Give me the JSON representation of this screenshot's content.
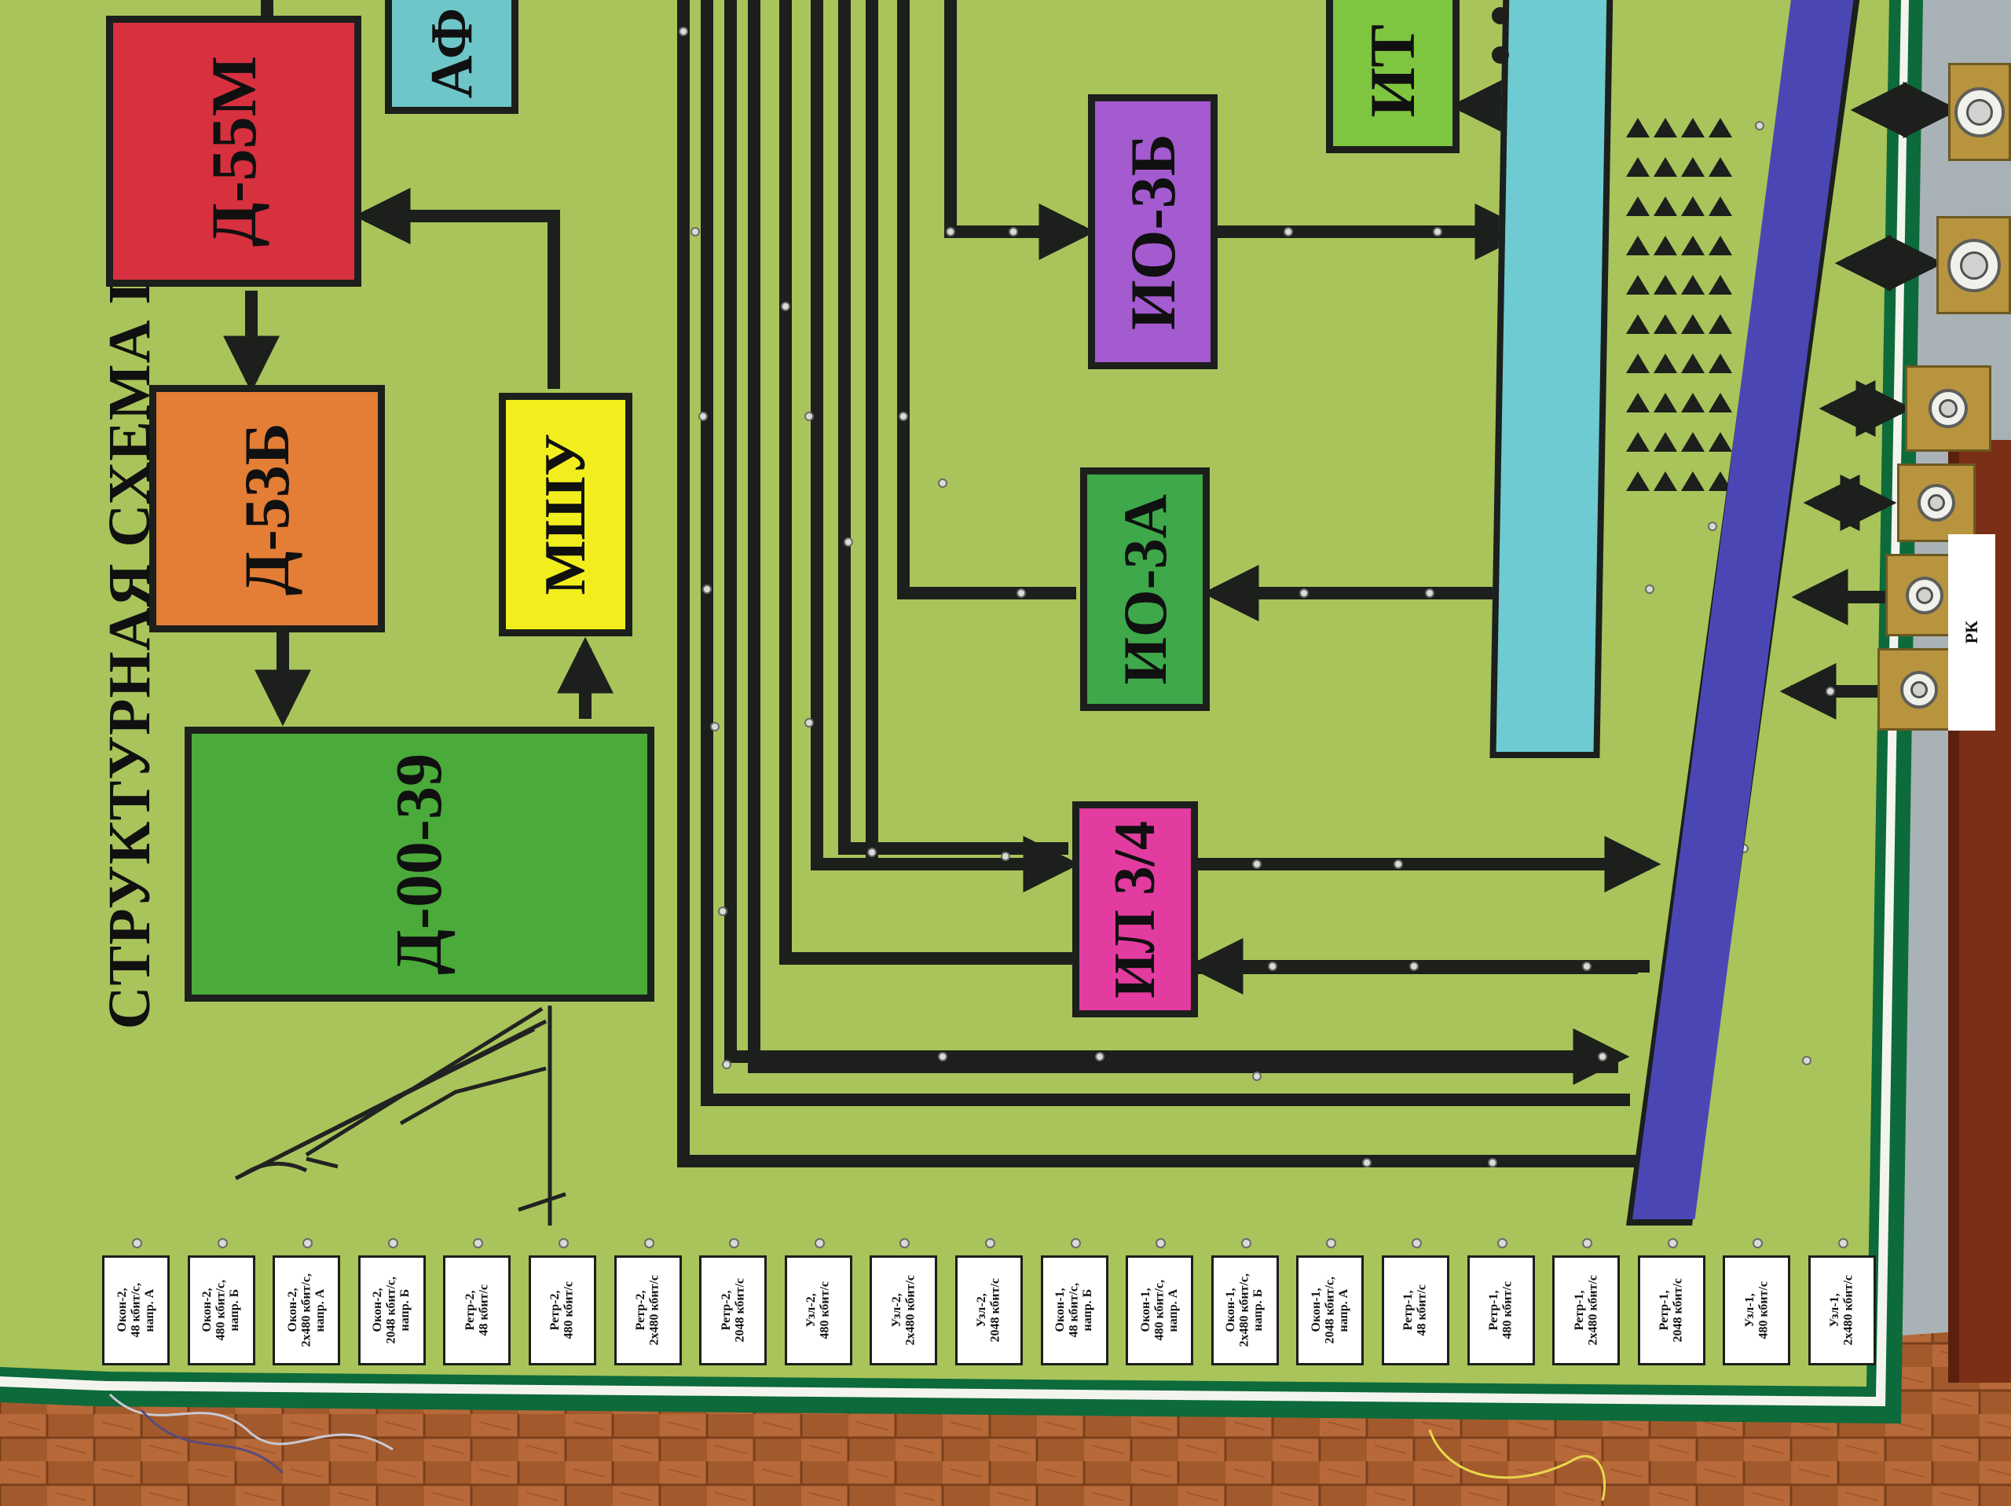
{
  "poster": {
    "title": "СТРУКТУРНАЯ СХЕМА Ш",
    "colors": {
      "board": "#a9c45a",
      "border": "#0d6a3a",
      "d55m": "#d7303f",
      "d53b": "#e47d36",
      "d0039": "#4aaa3a",
      "mshu": "#f2ee1e",
      "af": "#6ec6c9",
      "it": "#7ec63f",
      "io3b": "#a45bcf",
      "io3a": "#3ea84a",
      "il34": "#e23ca0",
      "cyan_bus": "#6ecbd1",
      "blue_bus": "#4a47b5",
      "lines": "#1c1f1c"
    },
    "blocks": {
      "d55m": "Д-55М",
      "d53b": "Д-53Б",
      "d0039": "Д-00-39",
      "mshu": "МШУ",
      "af": "АФ",
      "it": "ИТ",
      "io3b": "ИО-3Б",
      "io3a": "ИО-3А",
      "il34": "ИЛ 3/4"
    },
    "rk_label": "РК",
    "ports": [
      "connector",
      "connector",
      "connector",
      "connector",
      "connector",
      "connector"
    ],
    "cards": [
      "Окон-2,\n48 кбит/с,\nнапр. А",
      "Окон-2,\n480 кбит/с,\nнапр. Б",
      "Окон-2,\n2х480 кбит/с,\nнапр. А",
      "Окон-2,\n2048 кбит/с,\nнапр. Б",
      "Ретр-2,\n48 кбит/с",
      "Ретр-2,\n480 кбит/с",
      "Ретр-2,\n2х480 кбит/с",
      "Ретр-2,\n2048 кбит/с",
      "Узл-2,\n480 кбит/с",
      "Узл-2,\n2х480 кбит/с",
      "Узл-2,\n2048 кбит/с",
      "Окон-1,\n48 кбит/с,\nнапр. Б",
      "Окон-1,\n480 кбит/с,\nнапр. А",
      "Окон-1,\n2х480 кбит/с,\nнапр. Б",
      "Окон-1,\n2048 кбит/с,\nнапр. А",
      "Ретр-1,\n48 кбит/с",
      "Ретр-1,\n480 кбит/с",
      "Ретр-1,\n2х480 кбит/с",
      "Ретр-1,\n2048 кбит/с",
      "Узл-1,\n480 кбит/с",
      "Узл-1,\n2х480 кбит/с"
    ]
  }
}
